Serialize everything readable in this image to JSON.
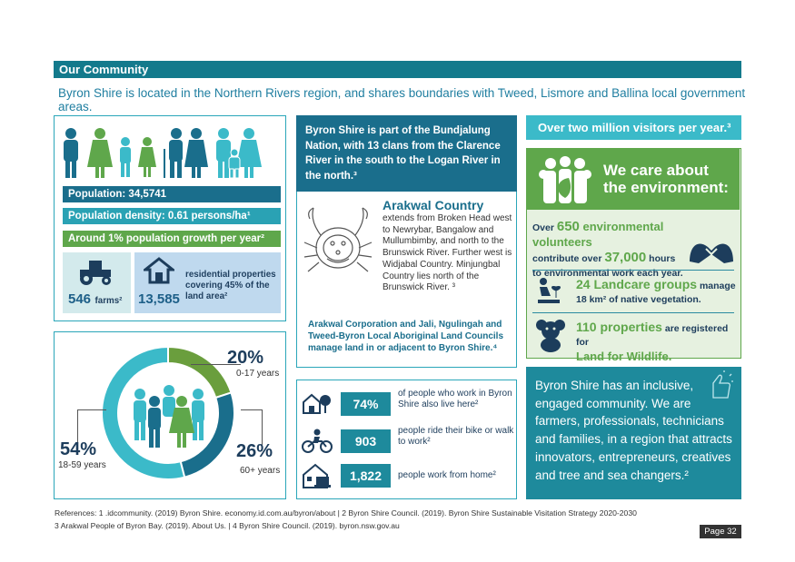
{
  "header": {
    "title": "Our Community"
  },
  "subtitle": "Byron Shire is located in the Northern Rivers region, and shares boundaries with Tweed, Lismore and Ballina local government areas.",
  "population": {
    "bars": [
      {
        "label": "Population: 34,5741",
        "color": "#1a6e8c"
      },
      {
        "label": "Population density: 0.61 persons/ha¹",
        "color": "#2aa2b4"
      },
      {
        "label": "Around 1% population growth per year²",
        "color": "#5fa74b"
      }
    ],
    "farms_number": "546",
    "farms_label": "farms²",
    "residential_number": "13,585",
    "residential_label": "residential properties covering 45% of the land area²"
  },
  "age_chart": {
    "segments": [
      {
        "value": 20,
        "pct_label": "20%",
        "range_label": "0-17 years",
        "color": "#6a9e3d"
      },
      {
        "value": 26,
        "pct_label": "26%",
        "range_label": "60+ years",
        "color": "#1a6e8c"
      },
      {
        "value": 54,
        "pct_label": "54%",
        "range_label": "18-59 years",
        "color": "#3bbac9"
      }
    ]
  },
  "bundjalung": {
    "text": "Byron Shire is part of the Bundjalung Nation, with 13 clans from the Clarence River in the south to the Logan River in the north.³",
    "arakwal_title": "Arakwal Country",
    "arakwal_text": "extends from Broken Head west to Newrybar, Bangalow and Mullumbimby, and north to the Brunswick River. Further west is Widjabal Country. Minjungbal Country lies north of the Brunswick River. ³",
    "corp_text": "Arakwal Corporation and Jali, Ngulingah and Tweed-Byron Local Aboriginal Land Councils manage land in or adjacent to Byron Shire.⁴"
  },
  "work": {
    "items": [
      {
        "value": "74%",
        "text": "of people who work in Byron Shire also live here²",
        "icon": "house-tree-icon"
      },
      {
        "value": "903",
        "text": "people ride their bike or walk to work²",
        "icon": "bicycle-icon"
      },
      {
        "value": "1,822",
        "text": "people work from home²",
        "icon": "home-laptop-icon"
      }
    ]
  },
  "visitors": {
    "text": "Over two million visitors per year.³"
  },
  "environment": {
    "title": "We care about the environment:",
    "volunteers_pre": "Over ",
    "volunteers_num": "650",
    "volunteers_mid": " environmental volunteers",
    "hours_pre": "contribute over ",
    "hours_num": "37,000",
    "hours_post": " hours to environmental work each year.",
    "landcare_num": "24",
    "landcare_bold": " Landcare groups",
    "landcare_post": " manage 18 km² of native vegetation.",
    "wildlife_num": "110",
    "wildlife_bold": " properties",
    "wildlife_post": " are registered for",
    "wildlife_line2": "Land for Wildlife."
  },
  "inclusive": {
    "text": "Byron Shire has an inclusive, engaged community. We are farmers, professionals, technicians and families, in a region that attracts innovators, entrepreneurs, creatives and tree and sea changers.²"
  },
  "references": {
    "line1": "References:  1 .idcommunity. (2019) Byron Shire. economy.id.com.au/byron/about   |   2 Byron Shire Council. (2019). Byron Shire Sustainable Visitation Strategy 2020-2030",
    "line2": "3 Arakwal People of Byron Bay. (2019). About Us.   |   4 Byron Shire Council. (2019). byron.nsw.gov.au"
  },
  "page": "Page 32"
}
